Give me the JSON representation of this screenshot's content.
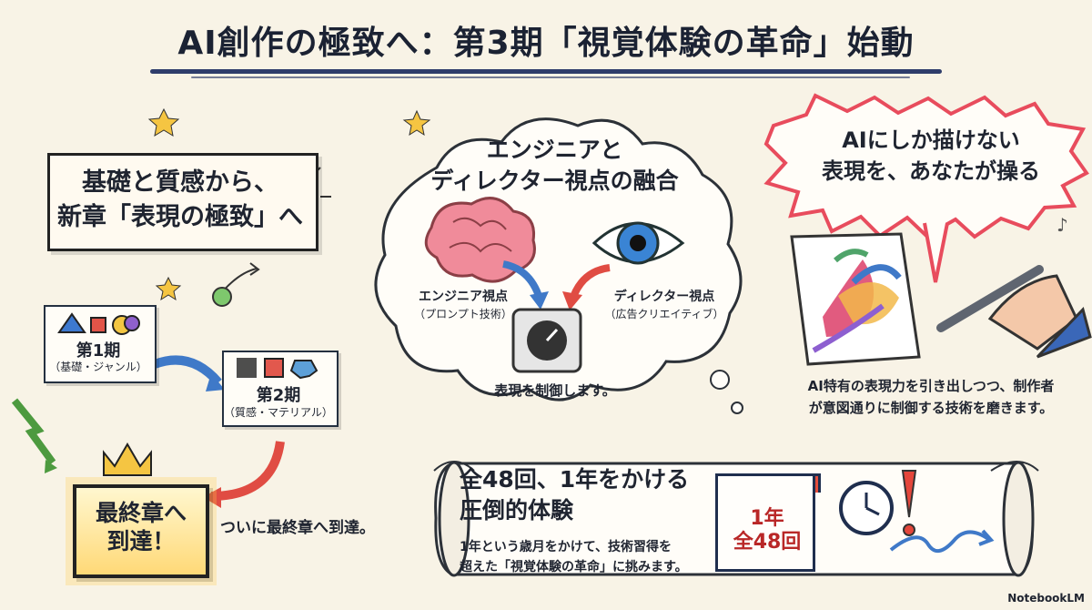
{
  "title": "AI創作の極致へ：第3期「視覚体験の革命」始動",
  "left_board": {
    "line1": "基礎と質感から、",
    "line2": "新章「表現の極致」へ"
  },
  "phase1": {
    "title": "第1期",
    "subtitle": "（基礎・ジャンル）"
  },
  "phase2": {
    "title": "第2期",
    "subtitle": "（質感・マテリアル）"
  },
  "final": {
    "line1": "最終章へ",
    "line2": "到達！",
    "note": "ついに最終章へ到達。"
  },
  "cloud": {
    "heading1": "エンジニアと",
    "heading2": "ディレクター視点の融合",
    "engineer": "エンジニア視点",
    "engineer_sub": "（プロンプト技術）",
    "director": "ディレクター視点",
    "director_sub": "（広告クリエイティブ）",
    "control": "表現を制御します。"
  },
  "speech": {
    "line1": "AIにしか描けない",
    "line2": "表現を、あなたが操る"
  },
  "right_desc": {
    "line1": "AI特有の表現力を引き出しつつ、制作者",
    "line2": "が意図通りに制御する技術を磨きます。"
  },
  "scroll": {
    "heading1": "全48回、1年をかける",
    "heading2": "圧倒的体験",
    "body1": "1年という歳月をかけて、技術習得を",
    "body2": "超えた「視覚体験の革命」に挑みます。",
    "cal1": "1年",
    "cal2": "全48回"
  },
  "brand": "NotebookLM",
  "colors": {
    "accent": "#2f3d6b",
    "brain": "#f08b9a",
    "eye": "#3a84d4",
    "red": "#e44d3c",
    "gold": "#f5c542"
  },
  "icons": [
    "bulb-icon",
    "brain-icon",
    "eye-icon",
    "dial-icon",
    "canvas-icon",
    "hand-pen-icon",
    "calendar-icon",
    "clock-icon",
    "exclamation-icon",
    "crown-icon"
  ]
}
